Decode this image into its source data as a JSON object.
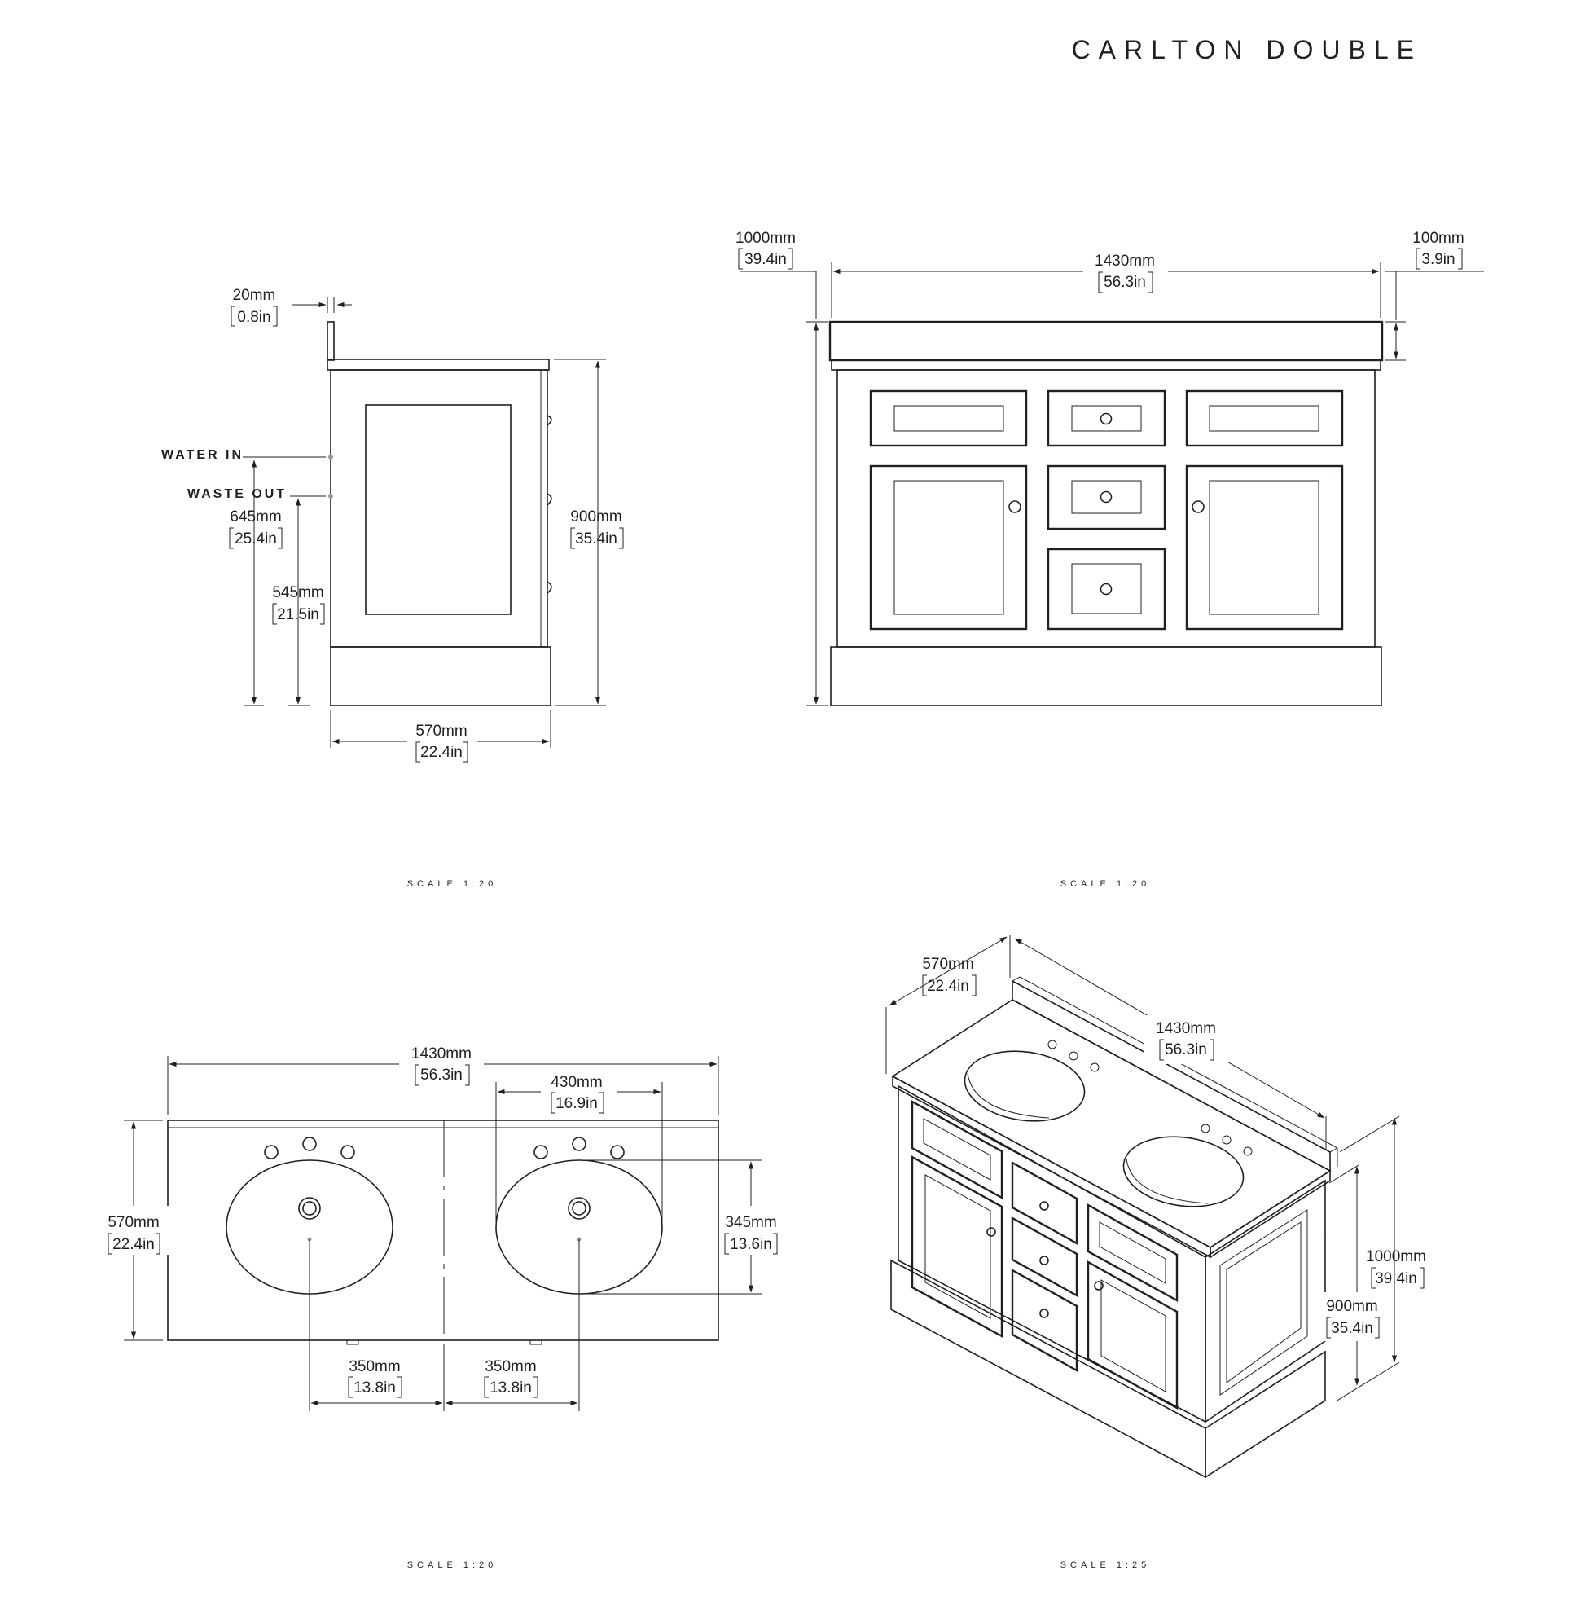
{
  "title": "CARLTON DOUBLE",
  "side_view": {
    "top_thickness": {
      "mm": "20mm",
      "in": "0.8in"
    },
    "water_in": "WATER IN",
    "waste_out": "WASTE OUT",
    "water_in_height": {
      "mm": "645mm",
      "in": "25.4in"
    },
    "waste_out_height": {
      "mm": "545mm",
      "in": "21.5in"
    },
    "height": {
      "mm": "900mm",
      "in": "35.4in"
    },
    "depth": {
      "mm": "570mm",
      "in": "22.4in"
    },
    "scale": "SCALE 1:20"
  },
  "front_view": {
    "total_height": {
      "mm": "1000mm",
      "in": "39.4in"
    },
    "width": {
      "mm": "1430mm",
      "in": "56.3in"
    },
    "upstand": {
      "mm": "100mm",
      "in": "3.9in"
    },
    "scale": "SCALE 1:20"
  },
  "plan_view": {
    "width": {
      "mm": "1430mm",
      "in": "56.3in"
    },
    "basin_width": {
      "mm": "430mm",
      "in": "16.9in"
    },
    "depth": {
      "mm": "570mm",
      "in": "22.4in"
    },
    "basin_depth": {
      "mm": "345mm",
      "in": "13.6in"
    },
    "basin_offset_left": {
      "mm": "350mm",
      "in": "13.8in"
    },
    "basin_offset_right": {
      "mm": "350mm",
      "in": "13.8in"
    },
    "scale": "SCALE 1:20"
  },
  "iso_view": {
    "depth": {
      "mm": "570mm",
      "in": "22.4in"
    },
    "width": {
      "mm": "1430mm",
      "in": "56.3in"
    },
    "total_height": {
      "mm": "1000mm",
      "in": "39.4in"
    },
    "height": {
      "mm": "900mm",
      "in": "35.4in"
    },
    "scale": "SCALE 1:25"
  }
}
